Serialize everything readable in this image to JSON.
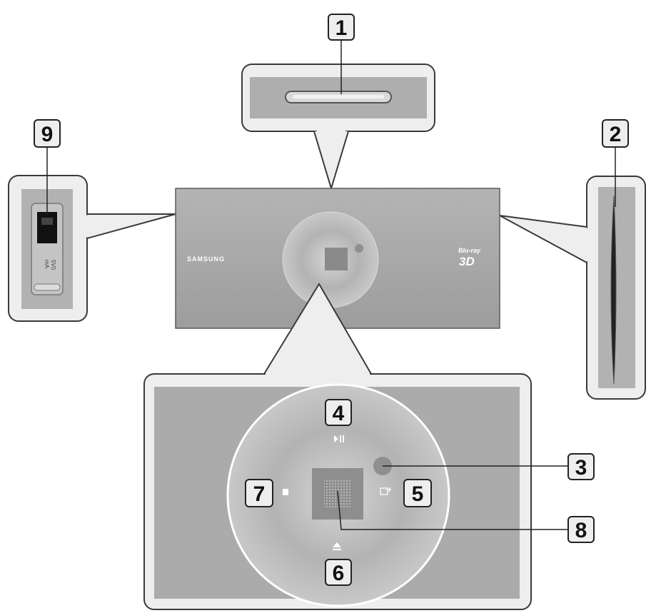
{
  "product": {
    "brand_logo": "SAMSUNG",
    "bluray_logo_top": "Blu-ray",
    "bluray_logo_bottom": "3D"
  },
  "usb_port": {
    "rating_top": "5V0",
    "rating_bottom": "mA"
  },
  "callouts": {
    "c1": "1",
    "c2": "2",
    "c3": "3",
    "c4": "4",
    "c5": "5",
    "c6": "6",
    "c7": "7",
    "c8": "8",
    "c9": "9"
  },
  "icons": {
    "play_pause": "play-pause-icon",
    "input": "input-source-icon",
    "eject": "eject-icon",
    "stop": "stop-icon",
    "sensor": "remote-sensor-icon",
    "display": "display-window-icon",
    "usb": "usb-port-icon",
    "disc_slot": "disc-slot-icon",
    "power_bar": "power-indicator-icon"
  },
  "colors": {
    "panel": "#a7a7a7",
    "outline": "#3a3a3a",
    "callout_box": "#eeeeee"
  }
}
